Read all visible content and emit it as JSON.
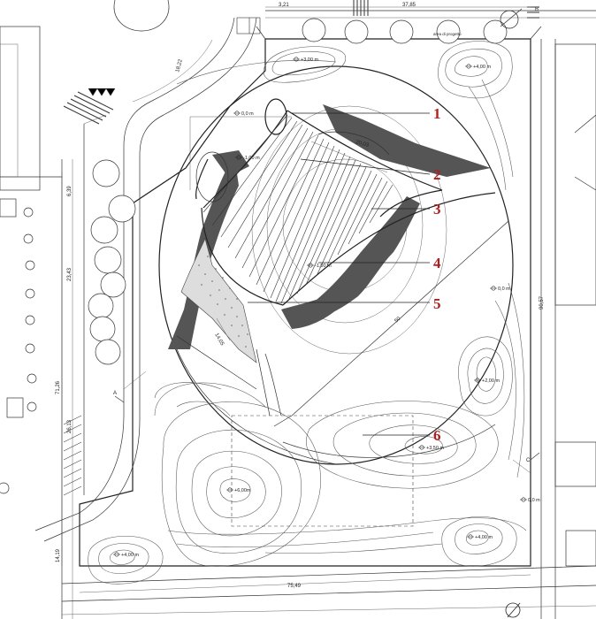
{
  "callouts": [
    "1",
    "2",
    "3",
    "4",
    "5",
    "6"
  ],
  "dimensions": {
    "top_short": "3,21",
    "top_long": "37,85",
    "top_note": "area di progetto",
    "diag_nw": "18,22",
    "left_a": "6,39",
    "left_b": "23,43",
    "left_c": "71,26",
    "left_d": "26,13",
    "left_e": "14,19",
    "bottom": "75,49",
    "right": "90,57",
    "inner_a": "20,03",
    "inner_b": "50",
    "inner_c": "14,05"
  },
  "elevations": {
    "e_top_left": "+3,00 m",
    "e_top_right": "+4,00 m",
    "e_lens": "0,0 m",
    "e_shell_top": "-1,00 m",
    "e_shell_center": "-1,00 m",
    "e_right_edge": "0,0 m",
    "e_right_mid": "+2,00 m",
    "e_mound6": "+3,50 m",
    "e_mound_sw": "+6,00m",
    "e_bottom_left": "+4,00 m",
    "e_bottom_right": "+4,00 m",
    "e_right_street": "0,0 m"
  },
  "section_marks": [
    "A",
    "B",
    "C"
  ],
  "colors": {
    "callout": "#b01e1e",
    "shade": "#555555",
    "line": "#333333"
  }
}
